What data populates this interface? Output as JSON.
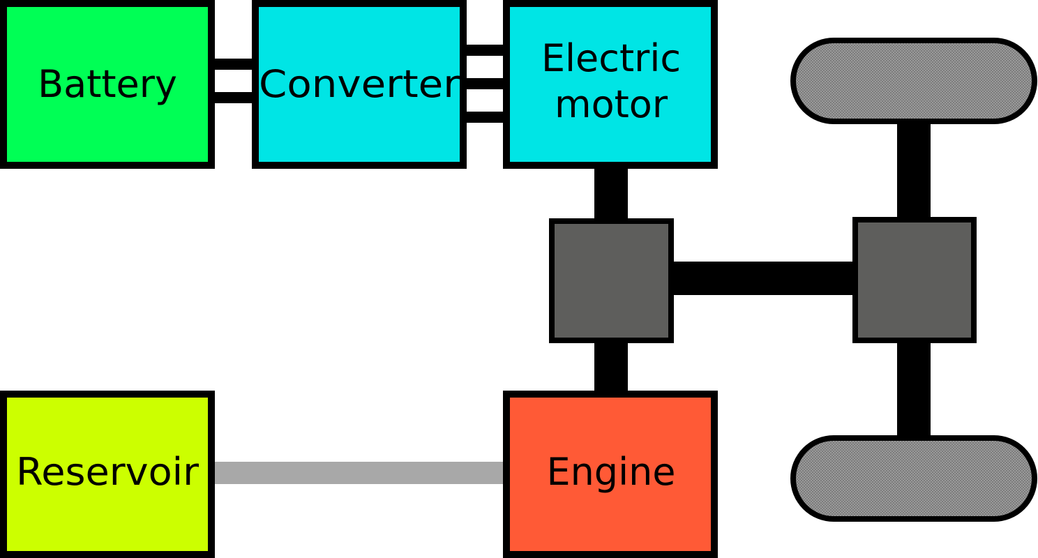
{
  "diagram": {
    "nodes": {
      "battery": {
        "label": "Battery",
        "color": "#00ff55"
      },
      "converter": {
        "label": "Converter",
        "color": "#00e5e5"
      },
      "motor": {
        "line1": "Electric",
        "line2": "motor",
        "color": "#00e5e5"
      },
      "reservoir": {
        "label": "Reservoir",
        "color": "#ccff00"
      },
      "engine": {
        "label": "Engine",
        "color": "#ff5a36"
      }
    },
    "gearbox_color": "#5e5e5c",
    "wheel_color": "#888888",
    "shaft_color": "#000000",
    "fuel_line_color": "#a8a8a8"
  }
}
